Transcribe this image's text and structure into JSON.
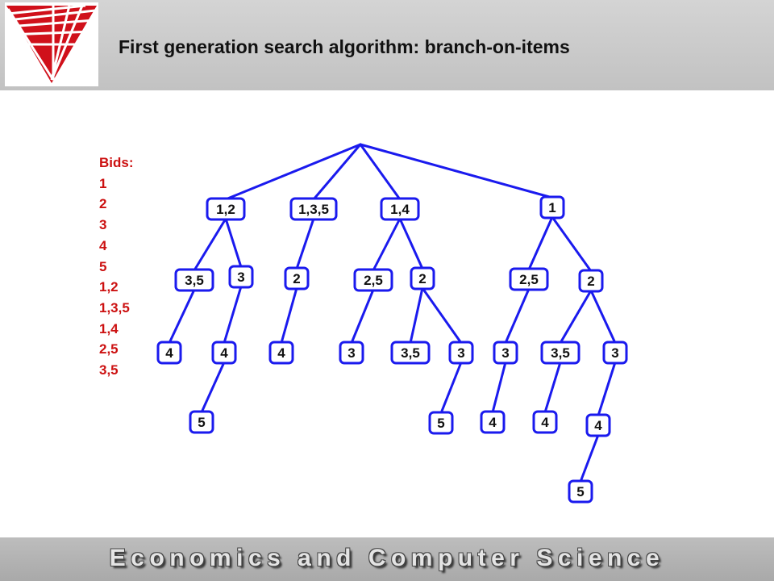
{
  "slide": {
    "title": "First generation search algorithm: branch-on-items",
    "footer": "Economics and Computer Science"
  },
  "bids": {
    "label": "Bids:",
    "items": [
      "1",
      "2",
      "3",
      "4",
      "5",
      "1,2",
      "1,3,5",
      "1,4",
      "2,5",
      "3,5"
    ]
  },
  "colors": {
    "bids_text": "#cc1111",
    "node_border": "#1a1aee",
    "edge": "#1a1aee",
    "logo_red": "#d0101a"
  },
  "tree": {
    "nodes": [
      {
        "id": "a",
        "label": "1,2"
      },
      {
        "id": "b",
        "label": "1,3,5"
      },
      {
        "id": "c",
        "label": "1,4"
      },
      {
        "id": "d",
        "label": "1"
      },
      {
        "id": "a1",
        "label": "3,5"
      },
      {
        "id": "a2",
        "label": "3"
      },
      {
        "id": "b1",
        "label": "2"
      },
      {
        "id": "c1",
        "label": "2,5"
      },
      {
        "id": "c2",
        "label": "2"
      },
      {
        "id": "d1",
        "label": "2,5"
      },
      {
        "id": "d2",
        "label": "2"
      },
      {
        "id": "a1a",
        "label": "4"
      },
      {
        "id": "a2a",
        "label": "4"
      },
      {
        "id": "b1a",
        "label": "4"
      },
      {
        "id": "c1a",
        "label": "3"
      },
      {
        "id": "c2a",
        "label": "3,5"
      },
      {
        "id": "c2b",
        "label": "3"
      },
      {
        "id": "d1a",
        "label": "3"
      },
      {
        "id": "d2a",
        "label": "3,5"
      },
      {
        "id": "d2b",
        "label": "3"
      },
      {
        "id": "a2a1",
        "label": "5"
      },
      {
        "id": "c2b1",
        "label": "5"
      },
      {
        "id": "d1a1",
        "label": "4"
      },
      {
        "id": "d2a1",
        "label": "4"
      },
      {
        "id": "d2b1",
        "label": "4"
      },
      {
        "id": "d2b1a",
        "label": "5"
      }
    ],
    "edges": [
      [
        "root",
        "a"
      ],
      [
        "root",
        "b"
      ],
      [
        "root",
        "c"
      ],
      [
        "root",
        "d"
      ],
      [
        "a",
        "a1"
      ],
      [
        "a",
        "a2"
      ],
      [
        "b",
        "b1"
      ],
      [
        "c",
        "c1"
      ],
      [
        "c",
        "c2"
      ],
      [
        "d",
        "d1"
      ],
      [
        "d",
        "d2"
      ],
      [
        "a1",
        "a1a"
      ],
      [
        "a2",
        "a2a"
      ],
      [
        "b1",
        "b1a"
      ],
      [
        "c1",
        "c1a"
      ],
      [
        "c2",
        "c2a"
      ],
      [
        "c2",
        "c2b"
      ],
      [
        "d1",
        "d1a"
      ],
      [
        "d2",
        "d2a"
      ],
      [
        "d2",
        "d2b"
      ],
      [
        "a2a",
        "a2a1"
      ],
      [
        "c2b",
        "c2b1"
      ],
      [
        "d1a",
        "d1a1"
      ],
      [
        "d2a",
        "d2a1"
      ],
      [
        "d2b",
        "d2b1"
      ],
      [
        "d2b1",
        "d2b1a"
      ]
    ]
  }
}
